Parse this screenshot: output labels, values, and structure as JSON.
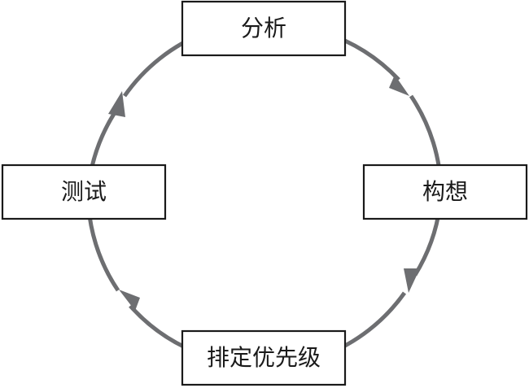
{
  "diagram": {
    "type": "cycle",
    "colors": {
      "arc": "#6d6e71",
      "box_border": "#1a1a1a",
      "text": "#1a1a1a",
      "background": "#ffffff"
    },
    "nodes": [
      {
        "id": "analysis",
        "label": "分析"
      },
      {
        "id": "ideation",
        "label": "构想"
      },
      {
        "id": "prioritize",
        "label": "排定优先级"
      },
      {
        "id": "testing",
        "label": "测试"
      }
    ],
    "edges": [
      {
        "from": "analysis",
        "to": "ideation"
      },
      {
        "from": "ideation",
        "to": "prioritize"
      },
      {
        "from": "prioritize",
        "to": "testing"
      },
      {
        "from": "testing",
        "to": "analysis"
      }
    ]
  }
}
